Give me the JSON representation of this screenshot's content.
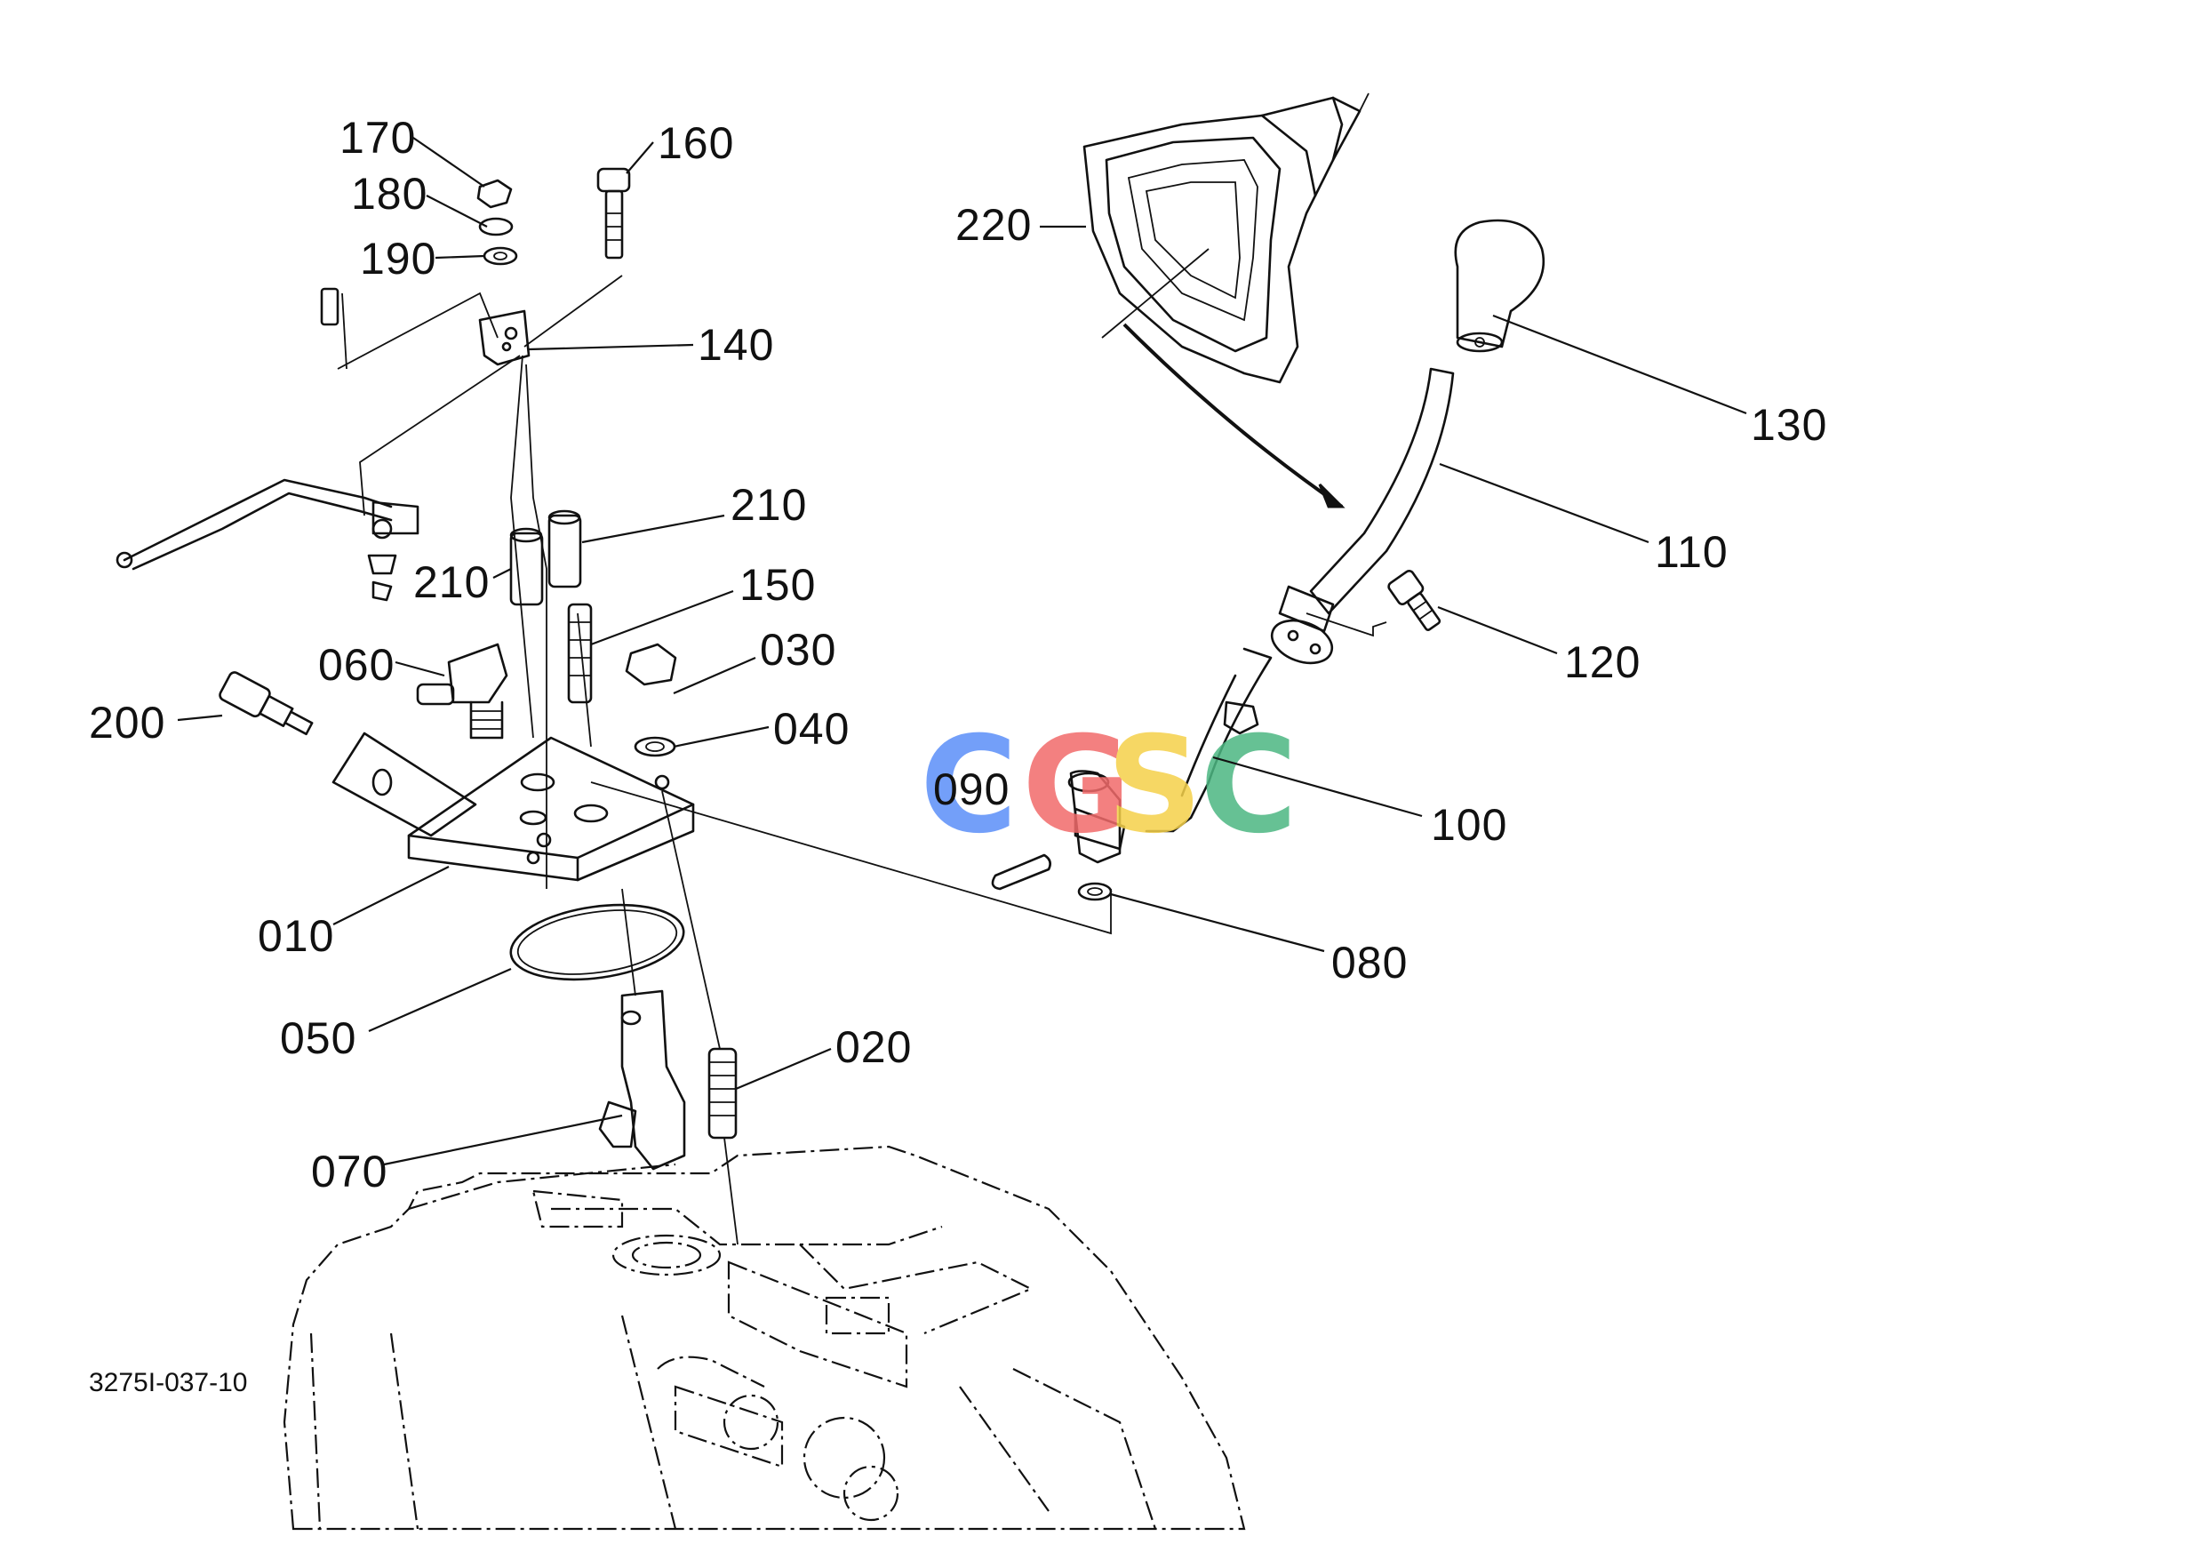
{
  "diagram_code": "3275I-037-10",
  "watermark": {
    "letters": [
      "C",
      "G",
      "S",
      "C"
    ],
    "colors": [
      "#5b8ff9",
      "#f26b6b",
      "#f5d14a",
      "#4cb782"
    ]
  },
  "part_labels": {
    "p010": "010",
    "p020": "020",
    "p030": "030",
    "p040": "040",
    "p050": "050",
    "p060": "060",
    "p070": "070",
    "p080": "080",
    "p090": "090",
    "p100": "100",
    "p110": "110",
    "p120": "120",
    "p130": "130",
    "p140": "140",
    "p150": "150",
    "p160": "160",
    "p170": "170",
    "p180": "180",
    "p190": "190",
    "p200": "200",
    "p210a": "210",
    "p210b": "210",
    "p220": "220"
  }
}
